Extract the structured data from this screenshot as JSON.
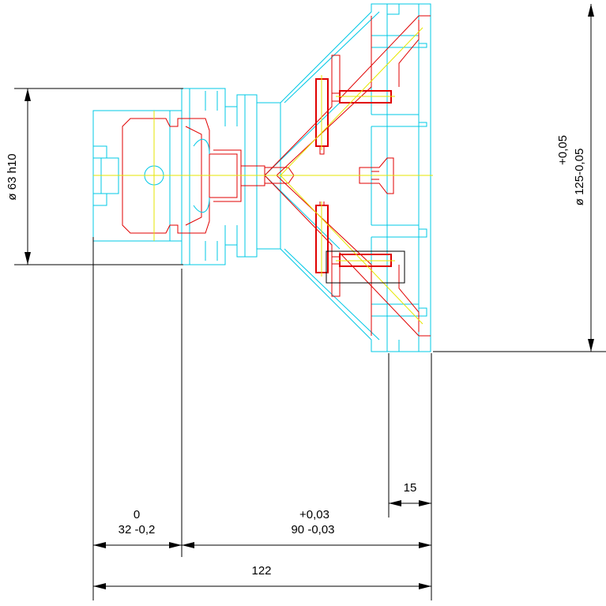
{
  "dimensions": {
    "dia_63": "ø 63 h10",
    "dia_125_nominal": "ø 125-0,05",
    "dia_125_upper": "+0,05",
    "len_32_upper": "0",
    "len_32_nominal": "32 -0,2",
    "len_90_upper": "+0,03",
    "len_90_nominal": "90 -0,03",
    "len_122": "122",
    "len_15": "15"
  },
  "colors": {
    "outline": "#00c8e6",
    "detail": "#e00000",
    "centerline": "#e6e600",
    "dimension": "#000000",
    "background": "#ffffff"
  }
}
